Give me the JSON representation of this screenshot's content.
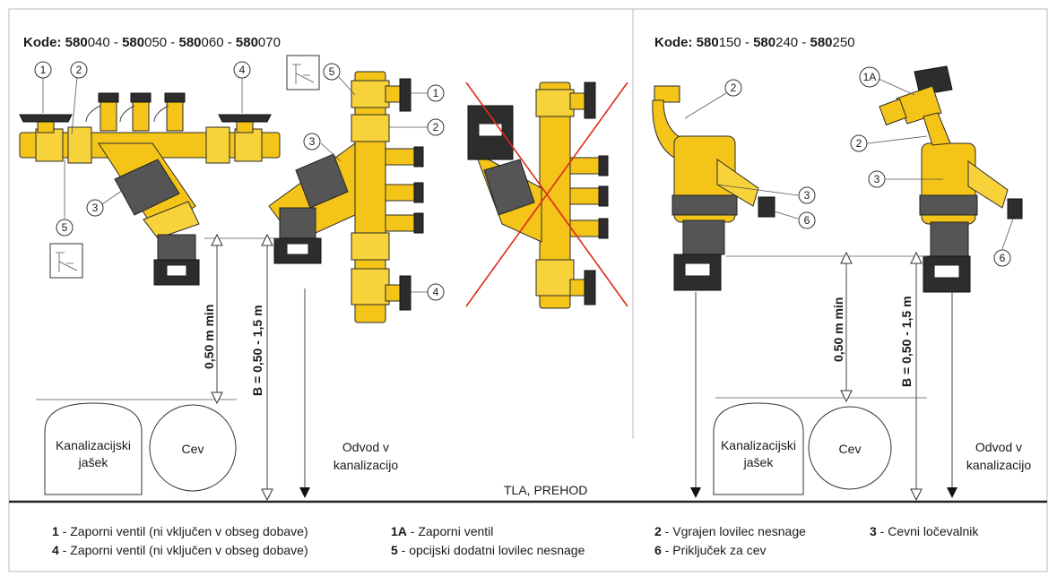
{
  "left_header": {
    "prefix": "Kode: ",
    "codes": [
      {
        "bold": "580",
        "rest": "040"
      },
      {
        "bold": "580",
        "rest": "050"
      },
      {
        "bold": "580",
        "rest": "060"
      },
      {
        "bold": "580",
        "rest": "070"
      }
    ]
  },
  "right_header": {
    "prefix": "Kode: ",
    "codes": [
      {
        "bold": "580",
        "rest": "150"
      },
      {
        "bold": "580",
        "rest": "240"
      },
      {
        "bold": "580",
        "rest": "250"
      }
    ]
  },
  "callouts": {
    "c1": "1",
    "c1a": "1A",
    "c2": "2",
    "c3": "3",
    "c4": "4",
    "c5": "5",
    "c6": "6"
  },
  "labels": {
    "manhole_line1": "Kanalizacijski",
    "manhole_line2": "jašek",
    "pipe": "Cev",
    "drain_line1": "Odvod v",
    "drain_line2": "kanalizacijo",
    "floor": "TLA, PREHOD",
    "min_distance": "0,50 m min",
    "b_distance": "B = 0,50 - 1,5 m"
  },
  "legend": [
    {
      "num": "1",
      "text": " - Zaporni ventil (ni vključen v obseg dobave)"
    },
    {
      "num": "4",
      "text": " - Zaporni ventil (ni vključen v obseg dobave)"
    },
    {
      "num": "1A",
      "text": " - Zaporni ventil"
    },
    {
      "num": "5",
      "text": " - opcijski dodatni lovilec nesnage"
    },
    {
      "num": "2",
      "text": " - Vgrajen lovilec nesnage"
    },
    {
      "num": "6",
      "text": " - Priključek za cev"
    },
    {
      "num": "3",
      "text": " - Cevni ločevalnik"
    }
  ],
  "colors": {
    "brass": "#f4c518",
    "rubber": "#555555",
    "cross": "#e0281e",
    "line": "#444444"
  }
}
